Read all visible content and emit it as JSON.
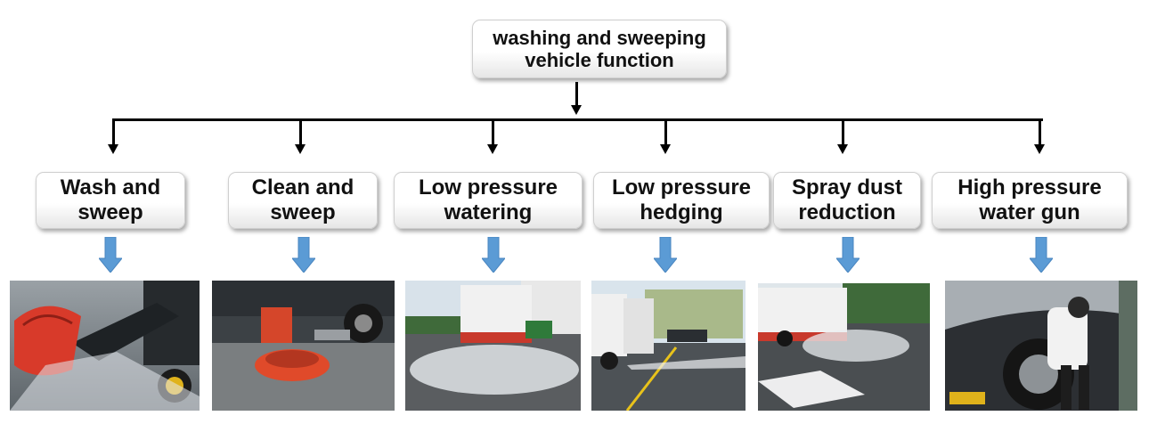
{
  "root": {
    "label": "washing and sweeping vehicle function"
  },
  "functions": [
    {
      "label": "Wash and sweep"
    },
    {
      "label": "Clean and sweep"
    },
    {
      "label": "Low pressure watering"
    },
    {
      "label": "Low pressure hedging"
    },
    {
      "label": "Spray dust reduction"
    },
    {
      "label": "High pressure water gun"
    }
  ],
  "colors": {
    "connector": "#000000",
    "down_arrow": "#5b9bd5",
    "box_border": "#cfcfcf"
  }
}
